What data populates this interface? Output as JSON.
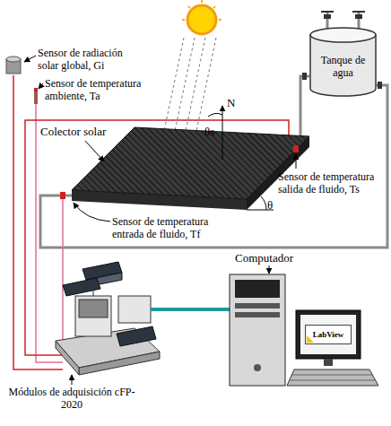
{
  "diagram": {
    "nodes": [
      {
        "text": [
          "Tanque de agua"
        ]
      },
      {
        "text": [
          "LabView"
        ]
      }
    ],
    "labels": [
      "Sensor de radiación solar global, Gi",
      "Sensor de temperatura ambiente, Ta",
      "θs",
      "N",
      "Colector solar",
      "θ",
      "Sensor de temperatura salida de fluido, Ts",
      "Sensor de temperatura entrada de fluido, Tf",
      "Computador",
      "Módulos de adquisición cFP-2020"
    ]
  }
}
